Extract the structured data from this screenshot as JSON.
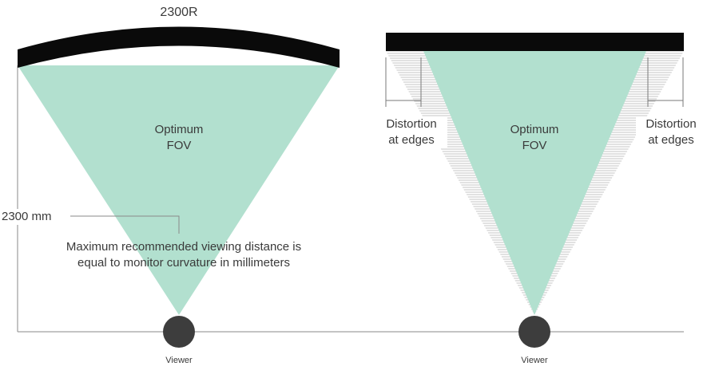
{
  "left_panel": {
    "curvature_label": "2300R",
    "fov_label_line1": "Optimum",
    "fov_label_line2": "FOV",
    "distance_label": "2300 mm",
    "note_line1": "Maximum recommended viewing distance is",
    "note_line2": "equal to monitor curvature in millimeters",
    "viewer_label": "Viewer"
  },
  "right_panel": {
    "fov_label_line1": "Optimum",
    "fov_label_line2": "FOV",
    "left_distortion_line1": "Distortion",
    "left_distortion_line2": "at edges",
    "right_distortion_line1": "Distortion",
    "right_distortion_line2": "at edges",
    "viewer_label": "Viewer"
  },
  "colors": {
    "fov_fill": "#b2e0cf",
    "monitor": "#0a0a0a",
    "viewer": "#3d3d3d",
    "lines": "#8a8a8a",
    "hatch": "#b5b5b5"
  }
}
